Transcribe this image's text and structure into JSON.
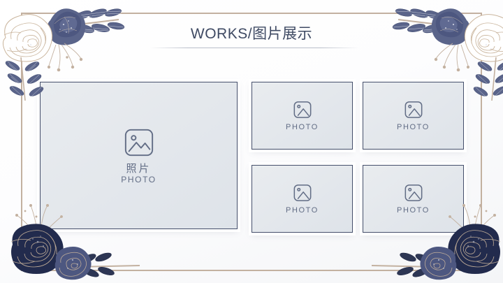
{
  "slide": {
    "title": "WORKS/图片展示",
    "background_color": "#ffffff",
    "frame_color": "#c3b1a0",
    "accent_color": "#3f4a63",
    "panel_fill_color": "#e6eaee",
    "panel_border_color": "#454f6b"
  },
  "gallery": {
    "main_photo": {
      "icon": "image-placeholder-icon",
      "label_cn": "照片",
      "label_en": "PHOTO"
    },
    "thumbnails": [
      {
        "icon": "image-placeholder-icon",
        "label_en": "PHOTO"
      },
      {
        "icon": "image-placeholder-icon",
        "label_en": "PHOTO"
      },
      {
        "icon": "image-placeholder-icon",
        "label_en": "PHOTO"
      },
      {
        "icon": "image-placeholder-icon",
        "label_en": "PHOTO"
      }
    ]
  },
  "decorations": [
    {
      "name": "floral-corner-top-left",
      "motif": "gold-outline-rose-navy-flower-striped-leaves"
    },
    {
      "name": "floral-corner-top-right",
      "motif": "gold-outline-rose-navy-flower-striped-leaves"
    },
    {
      "name": "floral-corner-bottom-left",
      "motif": "navy-roses-gold-stems-leaf-branch"
    },
    {
      "name": "floral-corner-bottom-right",
      "motif": "navy-roses-gold-stems-leaf-branch"
    }
  ]
}
